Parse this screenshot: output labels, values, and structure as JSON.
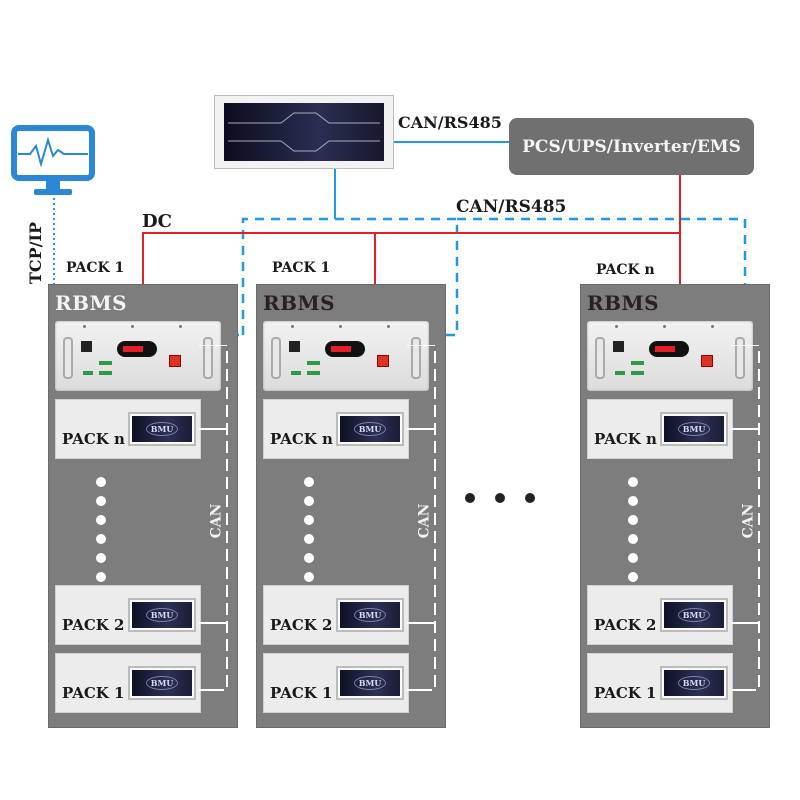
{
  "monitor": {
    "icon": "monitor-heartbeat-icon",
    "color": "#2a88d6"
  },
  "labels": {
    "tcp_ip": "TCP/IP",
    "dc": "DC",
    "can_rs485_top": "CAN/RS485",
    "can_rs485_mid": "CAN/RS485",
    "pcs": "PCS/UPS/Inverter/EMS",
    "ellipsis": "• • •"
  },
  "controller": {
    "icon": "master-controller-unit"
  },
  "colors": {
    "dc_line": "#e41e26",
    "comm_line": "#1f9be6",
    "rack": "#7d7d7d",
    "pcs_box": "#707070"
  },
  "racks": [
    {
      "top_label": "PACK 1",
      "title": "RBMS",
      "title_color": "#f4f4f4",
      "packs": [
        {
          "name": "PACK n",
          "bmu": "BMU"
        },
        {
          "name": "PACK 2",
          "bmu": "BMU"
        },
        {
          "name": "PACK 1",
          "bmu": "BMU"
        }
      ],
      "can_label": "CAN"
    },
    {
      "top_label": "PACK 1",
      "title": "RBMS",
      "title_color": "#2a2020",
      "packs": [
        {
          "name": "PACK n",
          "bmu": "BMU"
        },
        {
          "name": "PACK 2",
          "bmu": "BMU"
        },
        {
          "name": "PACK 1",
          "bmu": "BMU"
        }
      ],
      "can_label": "CAN"
    },
    {
      "top_label": "PACK n",
      "title": "RBMS",
      "title_color": "#2a2020",
      "packs": [
        {
          "name": "PACK n",
          "bmu": "BMU"
        },
        {
          "name": "PACK 2",
          "bmu": "BMU"
        },
        {
          "name": "PACK 1",
          "bmu": "BMU"
        }
      ],
      "can_label": "CAN"
    }
  ]
}
